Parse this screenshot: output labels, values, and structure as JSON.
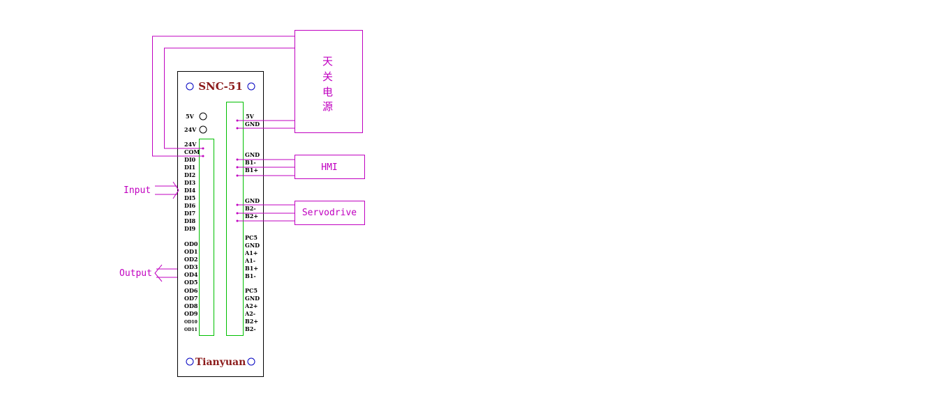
{
  "colors": {
    "wire": "#c000c0",
    "board": "#000000",
    "terminal": "#00c000",
    "hole": "#0000c0",
    "title": "#8b1a1a"
  },
  "board": {
    "title": "SNC-51",
    "brand": "Tianyuan",
    "power_leds": [
      "5V",
      "24V"
    ],
    "left_pins": [
      "24V",
      "COM",
      "DI0",
      "DI1",
      "DI2",
      "DI3",
      "DI4",
      "DI5",
      "DI6",
      "DI7",
      "DI8",
      "DI9"
    ],
    "output_pins": [
      "OD0",
      "OD1",
      "OD2",
      "OD3",
      "OD4",
      "OD5",
      "OD6",
      "OD7",
      "OD8",
      "OD9",
      "OD10",
      "OD11"
    ],
    "right_pins_power": [
      "5V",
      "GND"
    ],
    "right_pins_hmi": [
      "GND",
      "B1-",
      "B1+"
    ],
    "right_pins_servo": [
      "GND",
      "B2-",
      "B2+"
    ],
    "right_pins_enc1": [
      "PC5",
      "GND",
      "A1+",
      "A1-",
      "B1+",
      "B1-"
    ],
    "right_pins_enc2": [
      "PC5",
      "GND",
      "A2+",
      "A2-",
      "B2+",
      "B2-"
    ]
  },
  "devices": {
    "power_supply": [
      "天",
      "关",
      "电",
      "源"
    ],
    "hmi": "HMI",
    "servo": "Servodrive"
  },
  "labels": {
    "input": "Input",
    "output": "Output"
  }
}
